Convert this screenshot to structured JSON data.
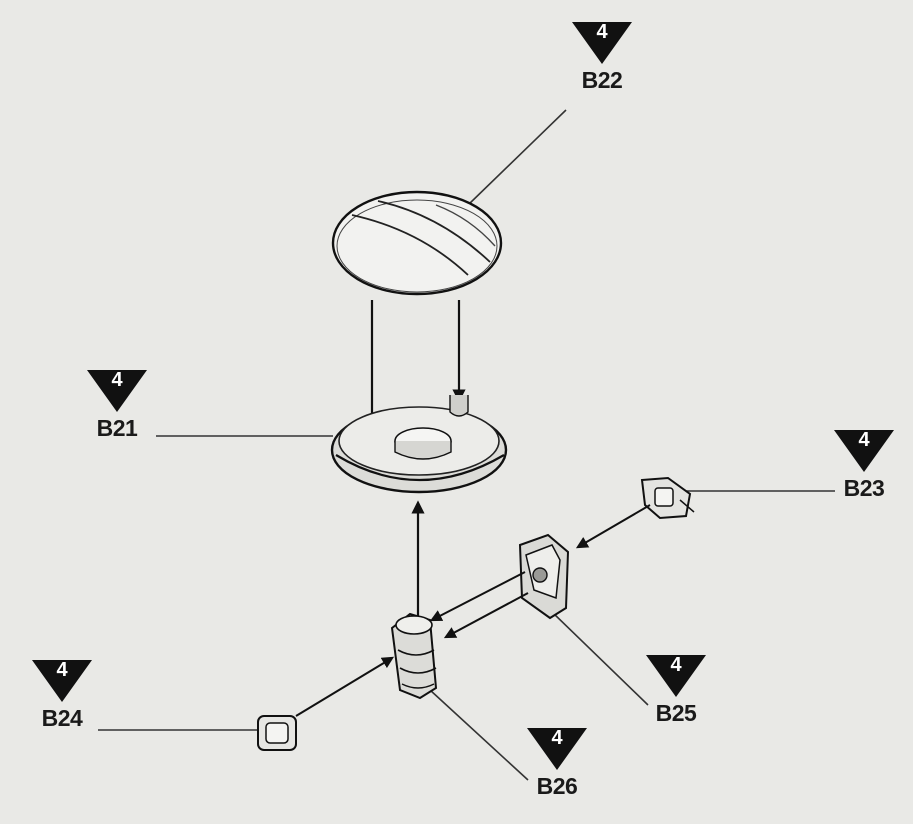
{
  "callouts": [
    {
      "id": "B22",
      "badge": "4",
      "label": "B22"
    },
    {
      "id": "B21",
      "badge": "4",
      "label": "B21"
    },
    {
      "id": "B23",
      "badge": "4",
      "label": "B23"
    },
    {
      "id": "B24",
      "badge": "4",
      "label": "B24"
    },
    {
      "id": "B25",
      "badge": "4",
      "label": "B25"
    },
    {
      "id": "B26",
      "badge": "4",
      "label": "B26"
    }
  ]
}
